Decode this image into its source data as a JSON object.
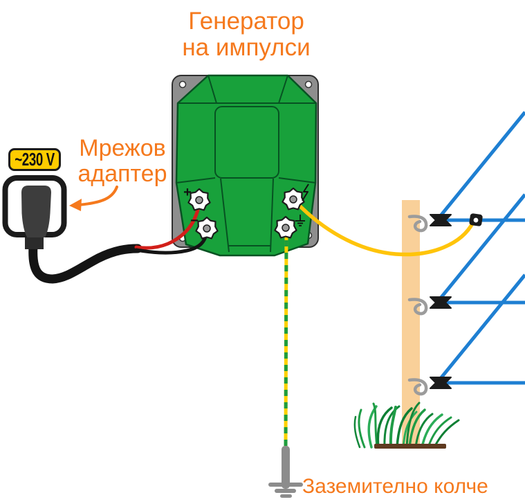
{
  "diagram_title": {
    "line1": "Генератор",
    "line2": "на импулси"
  },
  "mains_adapter": {
    "label_line1": "Мрежов",
    "label_line2": "адаптер",
    "voltage_badge": "~230 V"
  },
  "generator": {
    "terminal_plus_label": "+",
    "terminal_minus_label": "−",
    "terminal_fence_icon": "lightning-icon",
    "terminal_earth_icon": "earth-icon"
  },
  "grounding_stake": {
    "label": "Заземително колче"
  },
  "fence": {
    "horizontal_wires": 3,
    "insulators": 3
  },
  "colors": {
    "accent_orange": "#F5791D",
    "badge_yellow": "#FFCC00",
    "generator_green": "#18A13B",
    "generator_outline_green": "#075222",
    "plate_gray": "#8E8E8E",
    "wire_red": "#D21F1A",
    "wire_black": "#141414",
    "wire_yellow": "#FFC40A",
    "ground_wire_yellow": "#FFD100",
    "ground_wire_green": "#1F9D3C",
    "fence_wire_blue": "#1E7FD2",
    "post_tan": "#F9D099",
    "soil_brown": "#5E3A20"
  }
}
